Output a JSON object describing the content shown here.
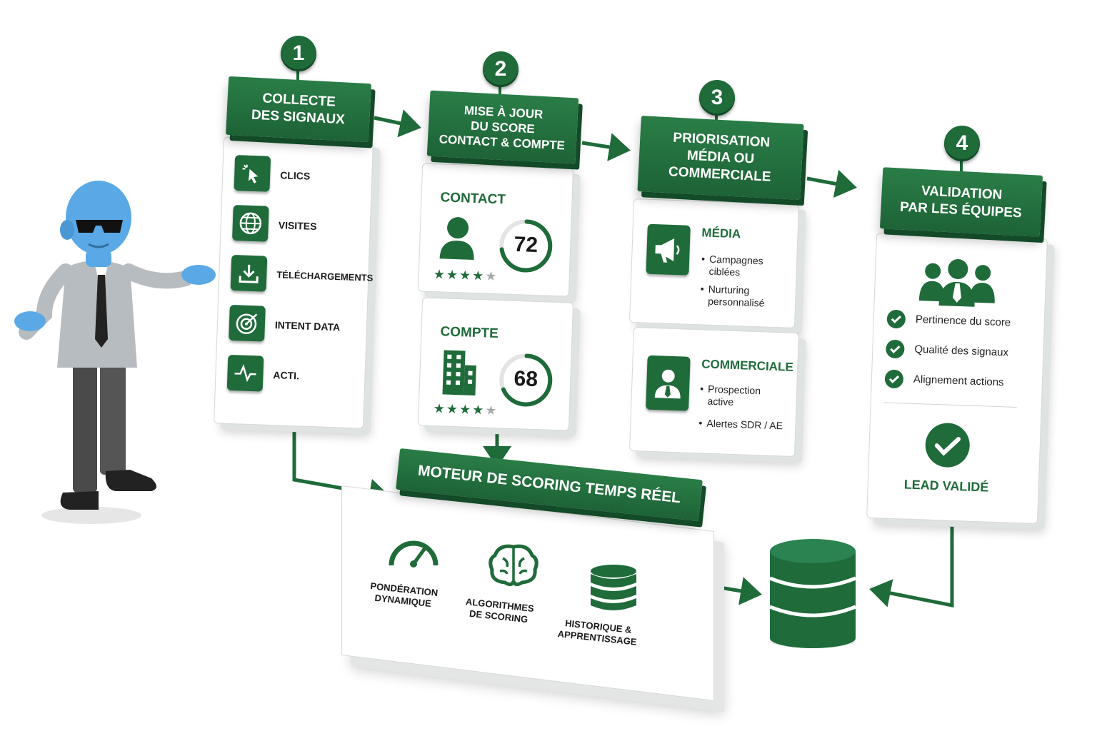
{
  "steps": [
    {
      "number": "1",
      "title_lines": [
        "Collecte",
        "des signaux"
      ]
    },
    {
      "number": "2",
      "title_lines": [
        "Mise à jour",
        "du score",
        "contact & compte"
      ]
    },
    {
      "number": "3",
      "title_lines": [
        "Priorisation",
        "média ou",
        "commerciale"
      ]
    },
    {
      "number": "4",
      "title_lines": [
        "Validation",
        "par les équipes"
      ]
    }
  ],
  "signals": [
    {
      "label": "Clics",
      "icon": "cursor-click-icon"
    },
    {
      "label": "Visites",
      "icon": "globe-icon"
    },
    {
      "label": "Téléchargements",
      "icon": "download-icon"
    },
    {
      "label": "Intent data",
      "icon": "target-icon"
    },
    {
      "label": "Acti.",
      "icon": "activity-pulse-icon"
    }
  ],
  "score": {
    "contact": {
      "label": "Contact",
      "value": "72",
      "stars": 4,
      "max_stars": 5,
      "icon": "user-silhouette-icon"
    },
    "compte": {
      "label": "Compte",
      "value": "68",
      "stars": 4,
      "max_stars": 5,
      "icon": "building-icon"
    }
  },
  "priorisation": {
    "media": {
      "label": "Média",
      "icon": "megaphone-icon",
      "bullets": [
        "Campagnes ciblées",
        "Nurturing personnalisé"
      ]
    },
    "commerciale": {
      "label": "Commerciale",
      "icon": "salesperson-icon",
      "bullets": [
        "Prospection active",
        "Alertes SDR / AE"
      ]
    }
  },
  "validation": {
    "icon": "team-icon",
    "checks": [
      "Pertinence du score",
      "Qualité des signaux",
      "Alignement actions"
    ],
    "result": "Lead validé"
  },
  "engine": {
    "title": "Moteur de scoring temps réel",
    "modules": [
      {
        "label_lines": [
          "Pondération",
          "dynamique"
        ],
        "icon": "gauge-icon"
      },
      {
        "label_lines": [
          "Algorithmes",
          "de scoring"
        ],
        "icon": "brain-icon"
      },
      {
        "label_lines": [
          "Historique &",
          "apprentissage"
        ],
        "icon": "database-icon"
      }
    ]
  },
  "colors": {
    "accent": "#1f6b3a",
    "accent_dark": "#134a27",
    "star_off": "#a9a9a9",
    "mascot": "#5aa9e6"
  }
}
